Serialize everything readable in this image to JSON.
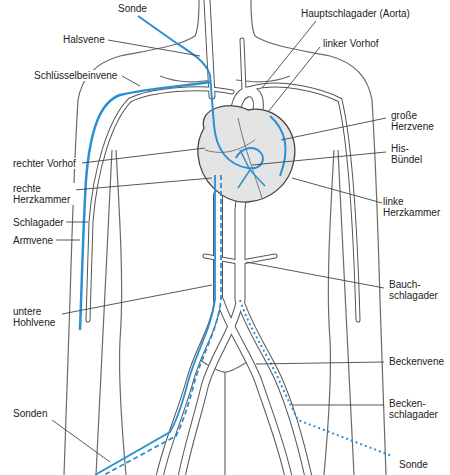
{
  "diagram": {
    "labels": [
      "Sonde",
      "Halsvene",
      "Schlüsselbeinvene",
      "Hauptschlagader (Aorta)",
      "linker Vorhof",
      "große Herzvene",
      "His- Bündel",
      "rechter Vorhof",
      "rechte Herzkammer",
      "Schlagader",
      "Armvene",
      "linke Herzkammer",
      "Bauch- schlagader",
      "untere Hohlvene",
      "Beckenvene",
      "Becken- schlagader",
      "Sonden",
      "Sonde"
    ]
  }
}
